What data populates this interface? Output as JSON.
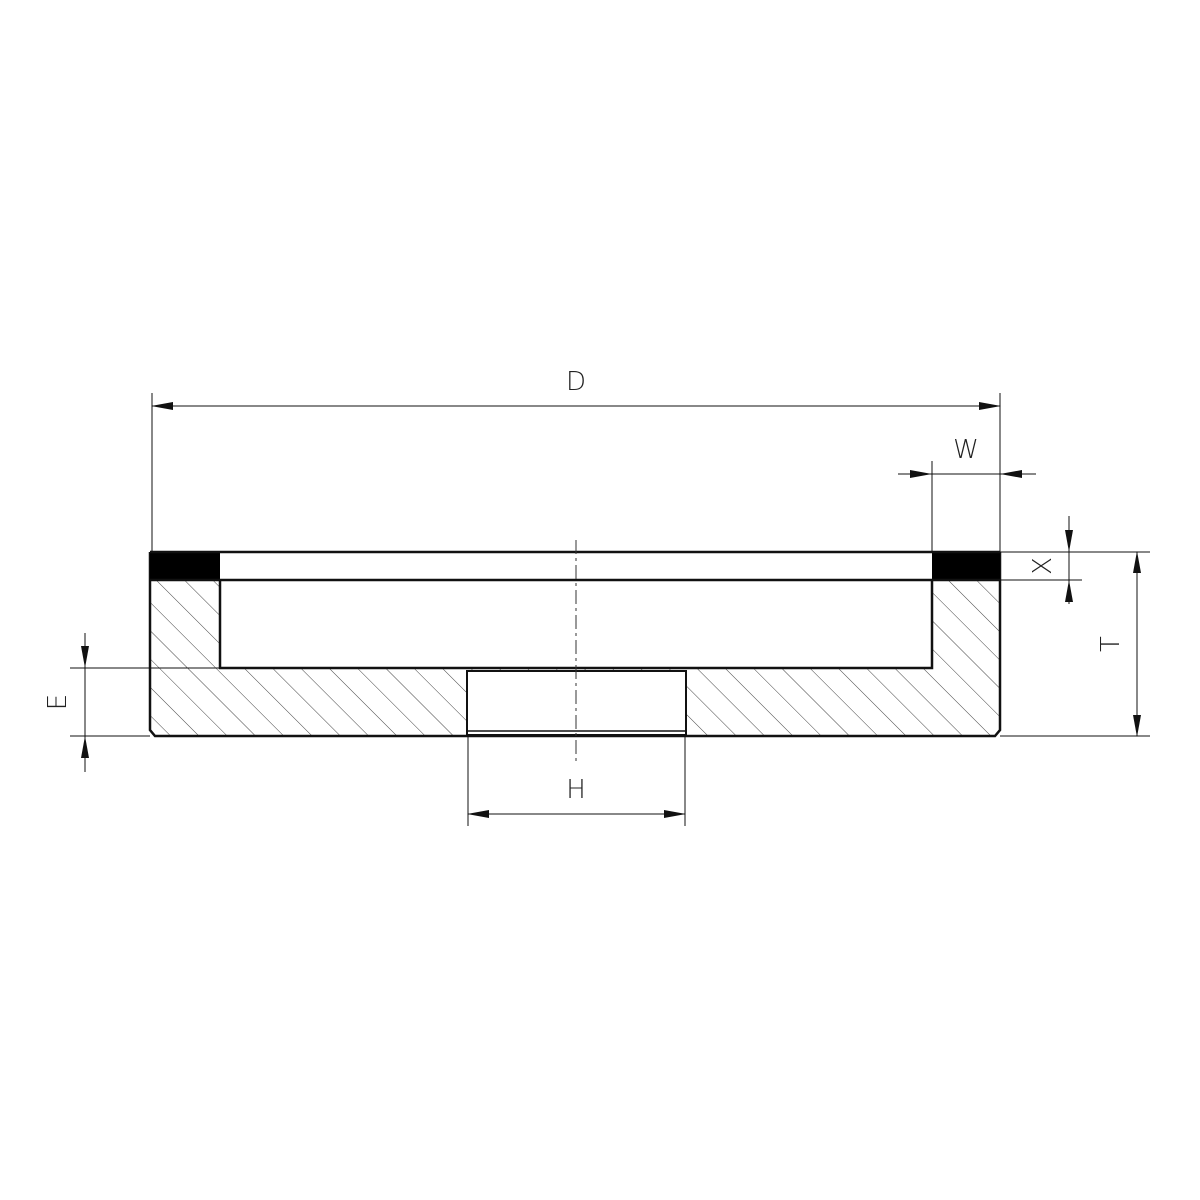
{
  "labels": {
    "D": "D",
    "W": "W",
    "X": "X",
    "T": "T",
    "E": "E",
    "H": "H"
  },
  "colors": {
    "stroke": "#111111",
    "hatch": "#444444",
    "abrasive": "#000000",
    "background": "#ffffff"
  }
}
